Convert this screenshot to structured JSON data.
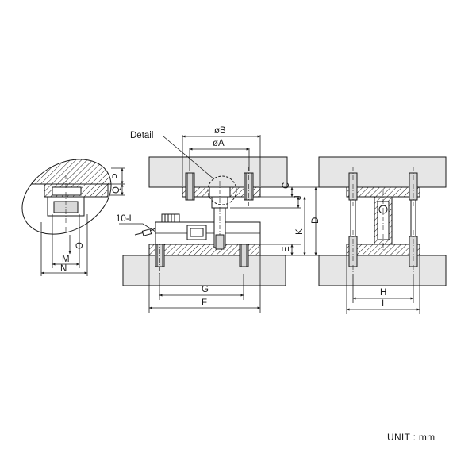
{
  "labels": {
    "detail": "Detail",
    "diaB": "øB",
    "diaA": "øA",
    "C": "C",
    "J": "J",
    "D": "D",
    "K": "K",
    "E": "E",
    "G": "G",
    "F": "F",
    "H": "H",
    "I": "I",
    "P": "P",
    "Q": "Q",
    "O": "O",
    "M": "M",
    "N": "N",
    "tenL": "10-L"
  },
  "unit": "UNIT : mm",
  "colors": {
    "line": "#1a1a1a",
    "plate_fill": "#e6e6e6",
    "bolt_fill": "#d9d9d9",
    "hatch": "#1a1a1a"
  }
}
